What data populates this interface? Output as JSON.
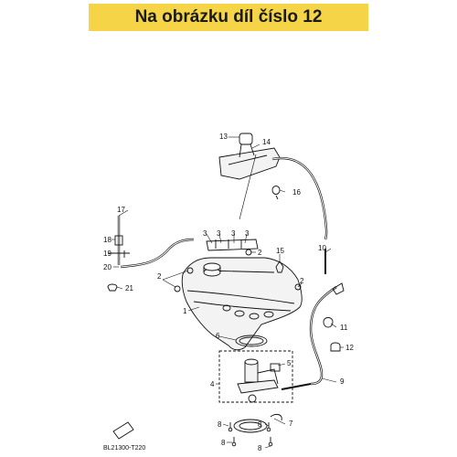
{
  "header": {
    "title": "Na obrázku díl číslo 12"
  },
  "diagram": {
    "code": "BL21300-T220",
    "callouts": {
      "n1": "1",
      "n2a": "2",
      "n2b": "2",
      "n2c": "2",
      "n3a": "3",
      "n3b": "3",
      "n3c": "3",
      "n3d": "3",
      "n4": "4",
      "n5": "5",
      "n6": "6",
      "n7": "7",
      "n8a": "8",
      "n8b": "8",
      "n8c": "8",
      "n8d": "8",
      "n9": "9",
      "n10": "10",
      "n11": "11",
      "n12": "12",
      "n13": "13",
      "n14": "14",
      "n15": "15",
      "n16": "16",
      "n17": "17",
      "n18": "18",
      "n19": "19",
      "n20": "20",
      "n21": "21"
    }
  },
  "colors": {
    "banner": "#f5d547",
    "line": "#111111"
  }
}
